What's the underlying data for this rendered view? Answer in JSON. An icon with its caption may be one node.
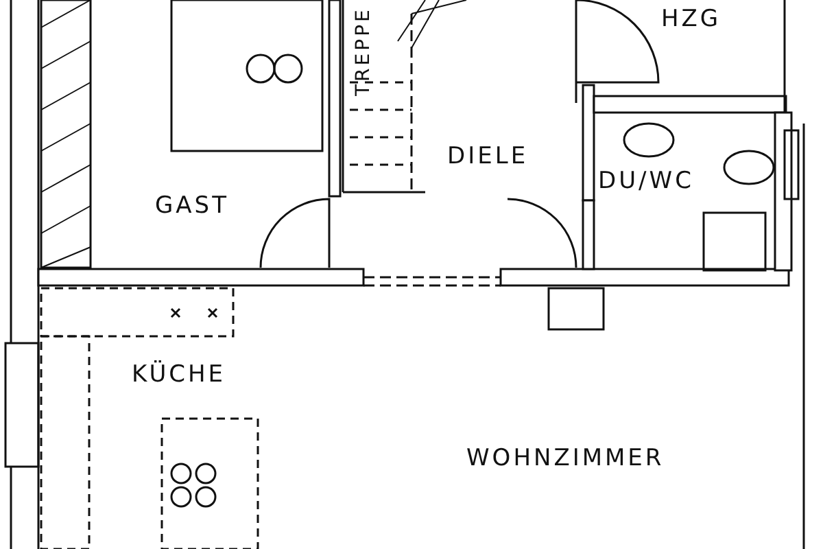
{
  "diagram": {
    "nodes": [
      {
        "text": [
          "HZG"
        ]
      },
      {
        "text": [
          "TREPPE"
        ]
      },
      {
        "text": [
          "DIELE"
        ]
      },
      {
        "text": [
          "DU/WC"
        ]
      },
      {
        "text": [
          "GAST"
        ]
      },
      {
        "text": [
          "KÜCHE"
        ]
      },
      {
        "text": [
          "WOHNZIMMER"
        ]
      }
    ]
  }
}
